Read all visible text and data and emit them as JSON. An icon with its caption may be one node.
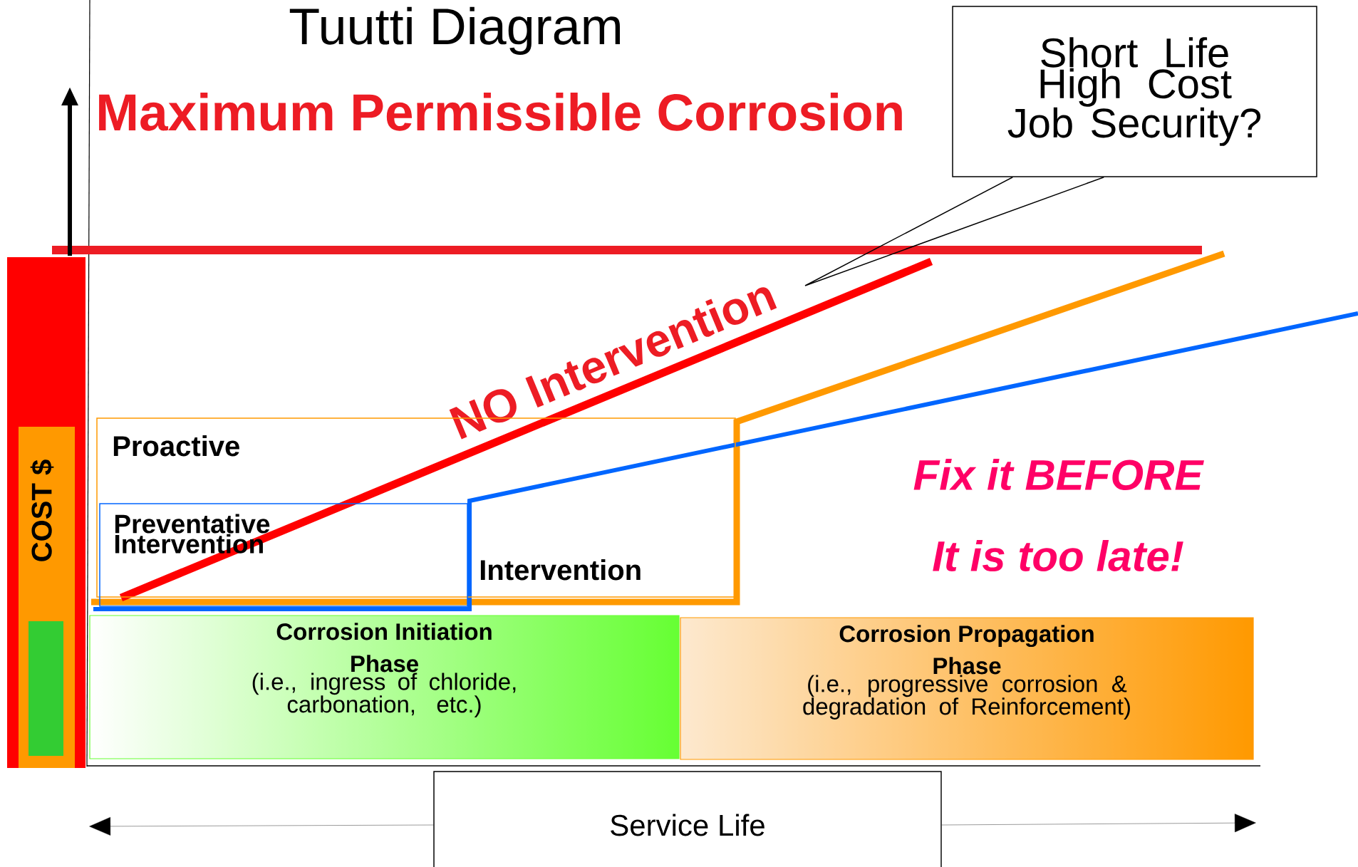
{
  "diagram": {
    "title": "Tuutti Diagram",
    "nodes": [
      {
        "text": [
          "Short Life High Cost Job Security?"
        ]
      },
      {
        "text": [
          "COST $"
        ]
      },
      {
        "text": [
          "Proactive",
          "Intervention"
        ]
      },
      {
        "text": [
          "Preventative Intervention"
        ],
        "in": 2
      },
      {
        "text": [
          "Corrosion Initiation Phase",
          "(i.e., ingress of chloride, carbonation, etc.)"
        ]
      },
      {
        "text": [
          "Corrosion Propagation Phase",
          "(i.e., progressive corrosion & degradation of Reinforcement)"
        ]
      },
      {
        "text": [
          "Service Life"
        ]
      }
    ],
    "edges": [
      {
        "from": 0,
        "to": null,
        "arrow": "none"
      },
      {
        "from": 6,
        "to": null,
        "arrow": "to"
      },
      {
        "from": 6,
        "to": null,
        "arrow": "to"
      }
    ],
    "labels": [
      "Maximum Permissible Corrosion",
      "NO Intervention",
      "Fix it BEFORE",
      "It is too late!"
    ]
  }
}
